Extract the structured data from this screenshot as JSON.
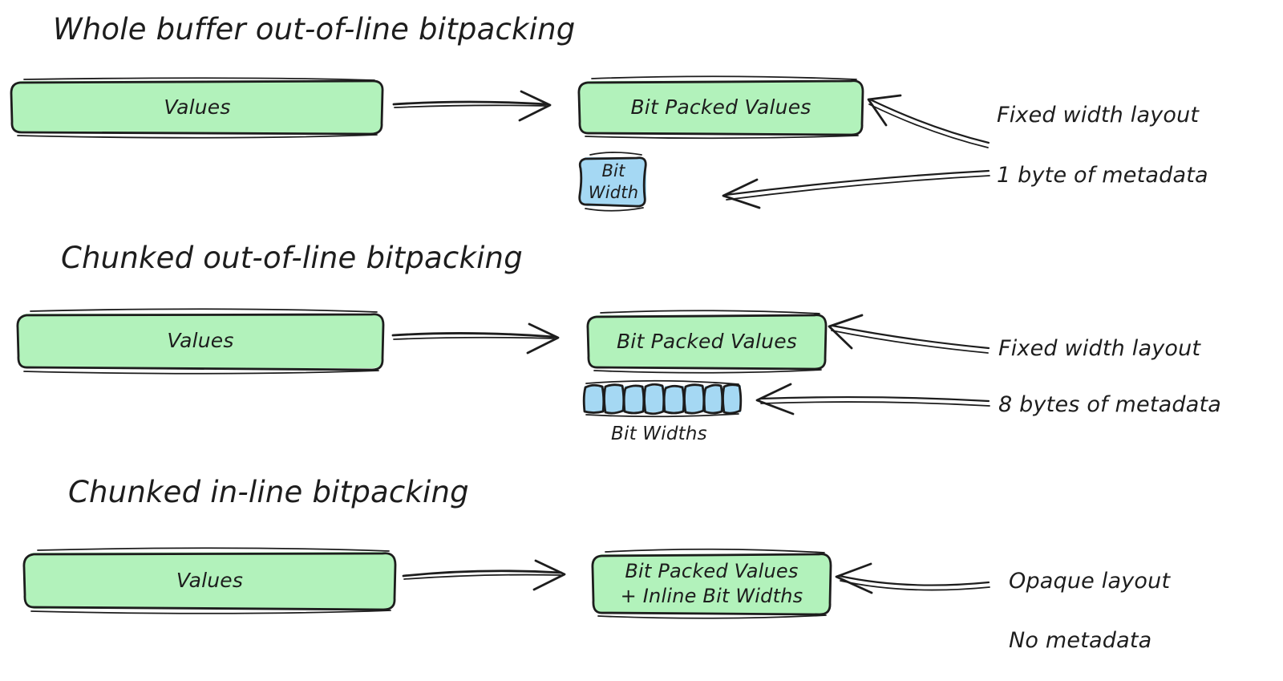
{
  "page": {
    "background": "#ffffff",
    "ink": "#1d1d1d"
  },
  "palette": {
    "green_fill": "#b2f2bb",
    "green_stroke": "#1d1d1d",
    "blue_fill": "#a5d8f3",
    "blue_stroke": "#1d1d1d",
    "arrow": "#1d1d1d"
  },
  "sections": [
    {
      "id": "whole-buffer",
      "heading": "Whole buffer out-of-line bitpacking",
      "source_box": {
        "label": "Values",
        "color": "green_fill"
      },
      "target_box": {
        "label": "Bit Packed Values",
        "color": "green_fill"
      },
      "metadata_box": {
        "label": "Bit\nWidth",
        "color": "blue_fill",
        "chunks": 1
      },
      "annotations": [
        {
          "id": "fixed-width-layout",
          "text": "Fixed width layout",
          "points_to": "target_box"
        },
        {
          "id": "one-byte-metadata",
          "text": "1 byte of metadata",
          "points_to": "metadata_box"
        }
      ]
    },
    {
      "id": "chunked-out-of-line",
      "heading": "Chunked out-of-line bitpacking",
      "source_box": {
        "label": "Values",
        "color": "green_fill"
      },
      "target_box": {
        "label": "Bit Packed Values",
        "color": "green_fill"
      },
      "metadata_box": {
        "label": "Bit Widths",
        "color": "blue_fill",
        "chunks": 8
      },
      "annotations": [
        {
          "id": "fixed-width-layout",
          "text": "Fixed width layout",
          "points_to": "target_box"
        },
        {
          "id": "eight-bytes-metadata",
          "text": "8 bytes of metadata",
          "points_to": "metadata_box"
        }
      ]
    },
    {
      "id": "chunked-in-line",
      "heading": "Chunked in-line bitpacking",
      "source_box": {
        "label": "Values",
        "color": "green_fill"
      },
      "target_box": {
        "label": "Bit Packed Values\n+ Inline Bit Widths",
        "color": "green_fill"
      },
      "metadata_box": null,
      "annotations": [
        {
          "id": "opaque-layout",
          "text": "Opaque layout",
          "points_to": "target_box"
        },
        {
          "id": "no-metadata",
          "text": "No metadata",
          "points_to": null
        }
      ]
    }
  ],
  "captions": {
    "bit_widths": "Bit Widths"
  }
}
